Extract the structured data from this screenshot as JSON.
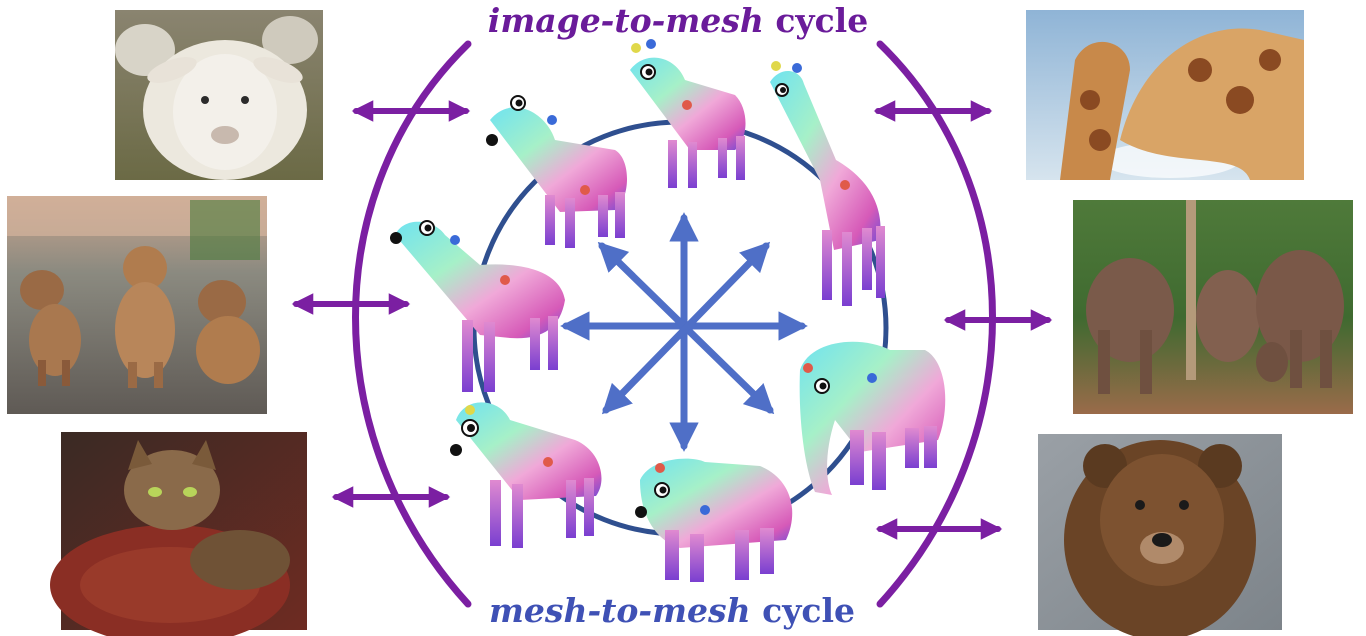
{
  "top_title": {
    "emphasis": "image-to-mesh",
    "rest": " cycle",
    "color": "#6a1b9a"
  },
  "bottom_title": {
    "emphasis": "mesh-to-mesh",
    "rest": " cycle",
    "color": "#3f51b5"
  },
  "colors": {
    "outer_cycle": "#7b1fa2",
    "inner_cycle": "#2f4f8f",
    "hub_arrows": "#4f6fc7",
    "link_arrows": "#7b1fa2"
  },
  "photos_left": [
    {
      "name": "photo-sheep",
      "subject": "sheep"
    },
    {
      "name": "photo-dogs",
      "subject": "three puppies"
    },
    {
      "name": "photo-cat",
      "subject": "cat on cushion"
    }
  ],
  "photos_right": [
    {
      "name": "photo-giraffes",
      "subject": "two giraffes"
    },
    {
      "name": "photo-elephants",
      "subject": "elephant herd"
    },
    {
      "name": "photo-bear",
      "subject": "brown bear"
    }
  ],
  "meshes": [
    {
      "name": "mesh-horse",
      "kind": "horse"
    },
    {
      "name": "mesh-zebra",
      "kind": "zebra"
    },
    {
      "name": "mesh-giraffe",
      "kind": "giraffe"
    },
    {
      "name": "mesh-elephant",
      "kind": "elephant"
    },
    {
      "name": "mesh-bear",
      "kind": "bear"
    },
    {
      "name": "mesh-dog",
      "kind": "dog"
    },
    {
      "name": "mesh-camel",
      "kind": "camel"
    }
  ]
}
